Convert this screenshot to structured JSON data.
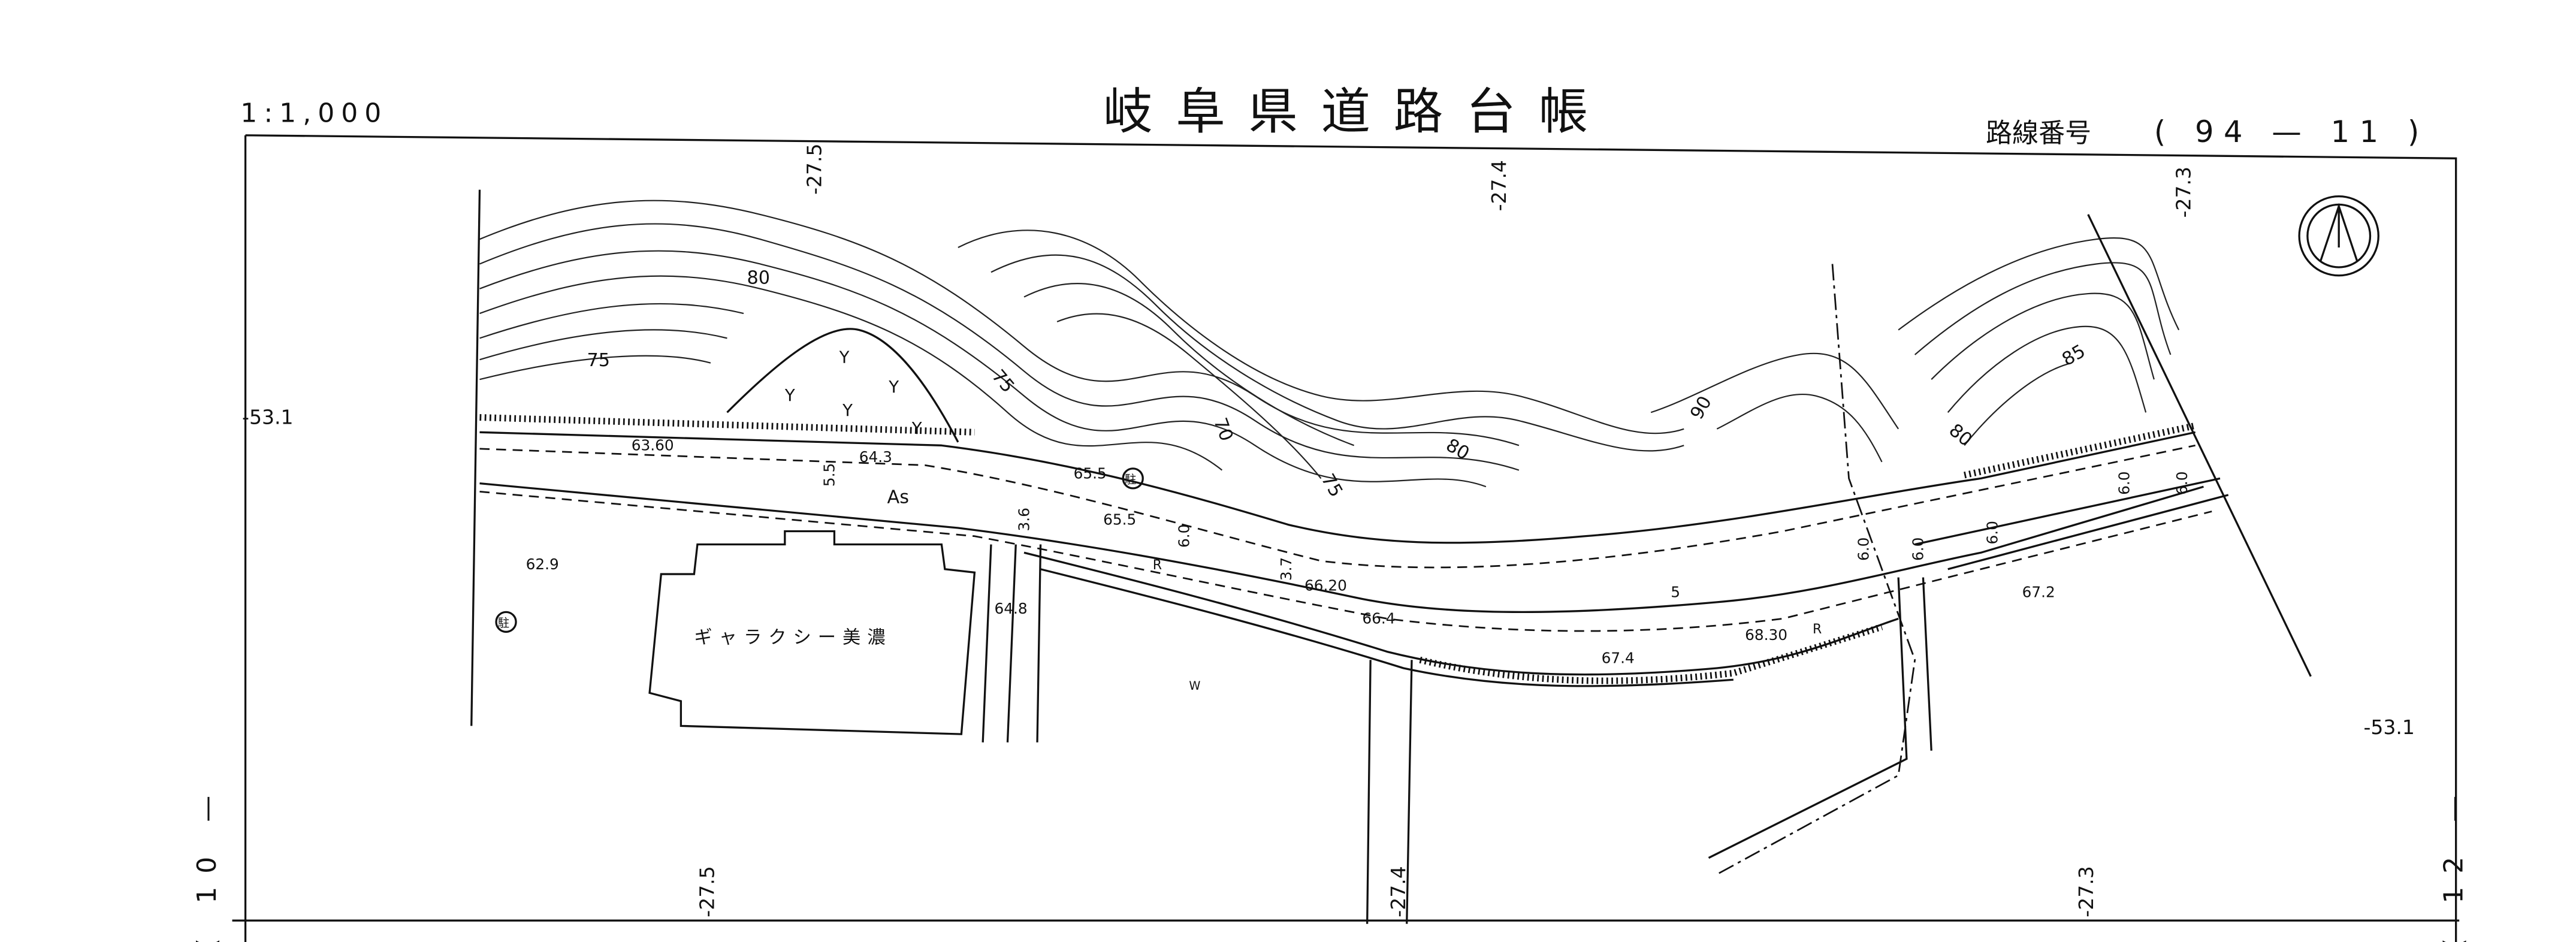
{
  "header": {
    "scale": "1:1,000",
    "title": "岐阜県道路台帳",
    "route_label": "路線番号",
    "route_number": "( 94 — 11 )"
  },
  "grid": {
    "top_ticks": [
      "-27.5",
      "-27.4",
      "-27.3"
    ],
    "bottom_ticks": [
      "-27.5",
      "-27.4",
      "-27.3"
    ],
    "left_tick": "-53.1",
    "right_tick": "-53.1",
    "prev_sheet": "( 10 —",
    "next_sheet": "( 12 —"
  },
  "north_arrow": "north-arrow-icon",
  "contours": [
    "80",
    "75",
    "75",
    "70",
    "75",
    "80",
    "90",
    "85",
    "80"
  ],
  "elevations": [
    "63.60",
    "64.3",
    "65.5",
    "65.5",
    "66.20",
    "66.4",
    "68.30",
    "67.4",
    "67.2",
    "62.9",
    "64.8"
  ],
  "widths": [
    "5.5",
    "3.6",
    "6.0",
    "3.7",
    "5",
    "6.0",
    "6.0",
    "6.0",
    "6.0",
    "6.0"
  ],
  "symbols": {
    "surface": "As",
    "building": "ギャラクシー美濃",
    "water": "W",
    "r1": "R",
    "r2": "R",
    "tree": "Y",
    "parking": "駐"
  }
}
